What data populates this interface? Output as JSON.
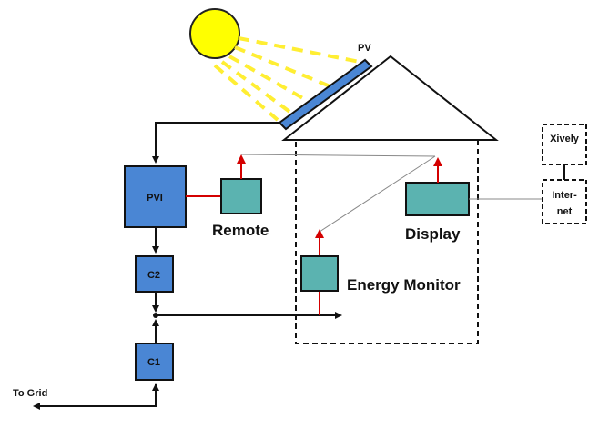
{
  "labels": {
    "pv": "PV",
    "pvi": "PVI",
    "remote": "Remote",
    "c2": "C2",
    "c1": "C1",
    "display": "Display",
    "energy_monitor": "Energy Monitor",
    "xively": "Xively",
    "internet_line1": "Inter-",
    "internet_line2": "net",
    "to_grid": "To Grid"
  },
  "colors": {
    "sun_fill": "#ffff00",
    "sun_rays": "#ffee33",
    "panel_blue": "#4a86d4",
    "device_teal": "#5bb3b0",
    "red_link": "#d40000",
    "wire": "#111111",
    "thin_line": "#888888"
  }
}
